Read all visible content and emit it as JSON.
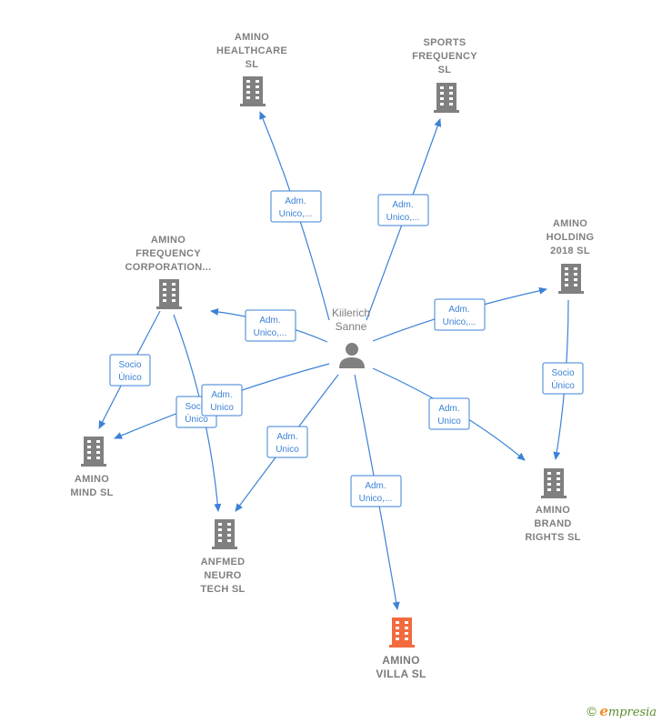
{
  "person": {
    "name_line1": "Kiilerich",
    "name_line2": "Sanne"
  },
  "companies": {
    "amino_healthcare": [
      "AMINO",
      "HEALTHCARE",
      "SL"
    ],
    "sports_frequency": [
      "SPORTS",
      "FREQUENCY",
      "SL"
    ],
    "amino_holding": [
      "AMINO",
      "HOLDING",
      "2018  SL"
    ],
    "amino_frequency": [
      "AMINO",
      "FREQUENCY",
      "CORPORATION..."
    ],
    "amino_mind": [
      "AMINO",
      "MIND  SL"
    ],
    "anfmed": [
      "ANFMED",
      "NEURO",
      "TECH  SL"
    ],
    "amino_villa": [
      "AMINO",
      "VILLA  SL"
    ],
    "amino_brand": [
      "AMINO",
      "BRAND",
      "RIGHTS  SL"
    ]
  },
  "relations": {
    "r_healthcare": [
      "Adm.",
      "Unico,..."
    ],
    "r_sports": [
      "Adm.",
      "Unico,..."
    ],
    "r_holding": [
      "Adm.",
      "Unico,..."
    ],
    "r_frequency": [
      "Adm.",
      "Unico,..."
    ],
    "r_mind_adm": [
      "Adm.",
      "Unico"
    ],
    "r_anfmed": [
      "Adm.",
      "Unico"
    ],
    "r_villa": [
      "Adm.",
      "Unico,..."
    ],
    "r_brand": [
      "Adm.",
      "Unico"
    ],
    "r_freq_mind": [
      "Socio",
      "Único"
    ],
    "r_freq_anfmed": [
      "Socio",
      "Único"
    ],
    "r_holding_brand": [
      "Socio",
      "Único"
    ]
  },
  "colors": {
    "edge": "#3b82d6",
    "building": "#808080",
    "building_highlight": "#f26a3d"
  },
  "footer": {
    "copyright": "©",
    "brand_initial": "e",
    "brand_rest": "mpresia"
  }
}
